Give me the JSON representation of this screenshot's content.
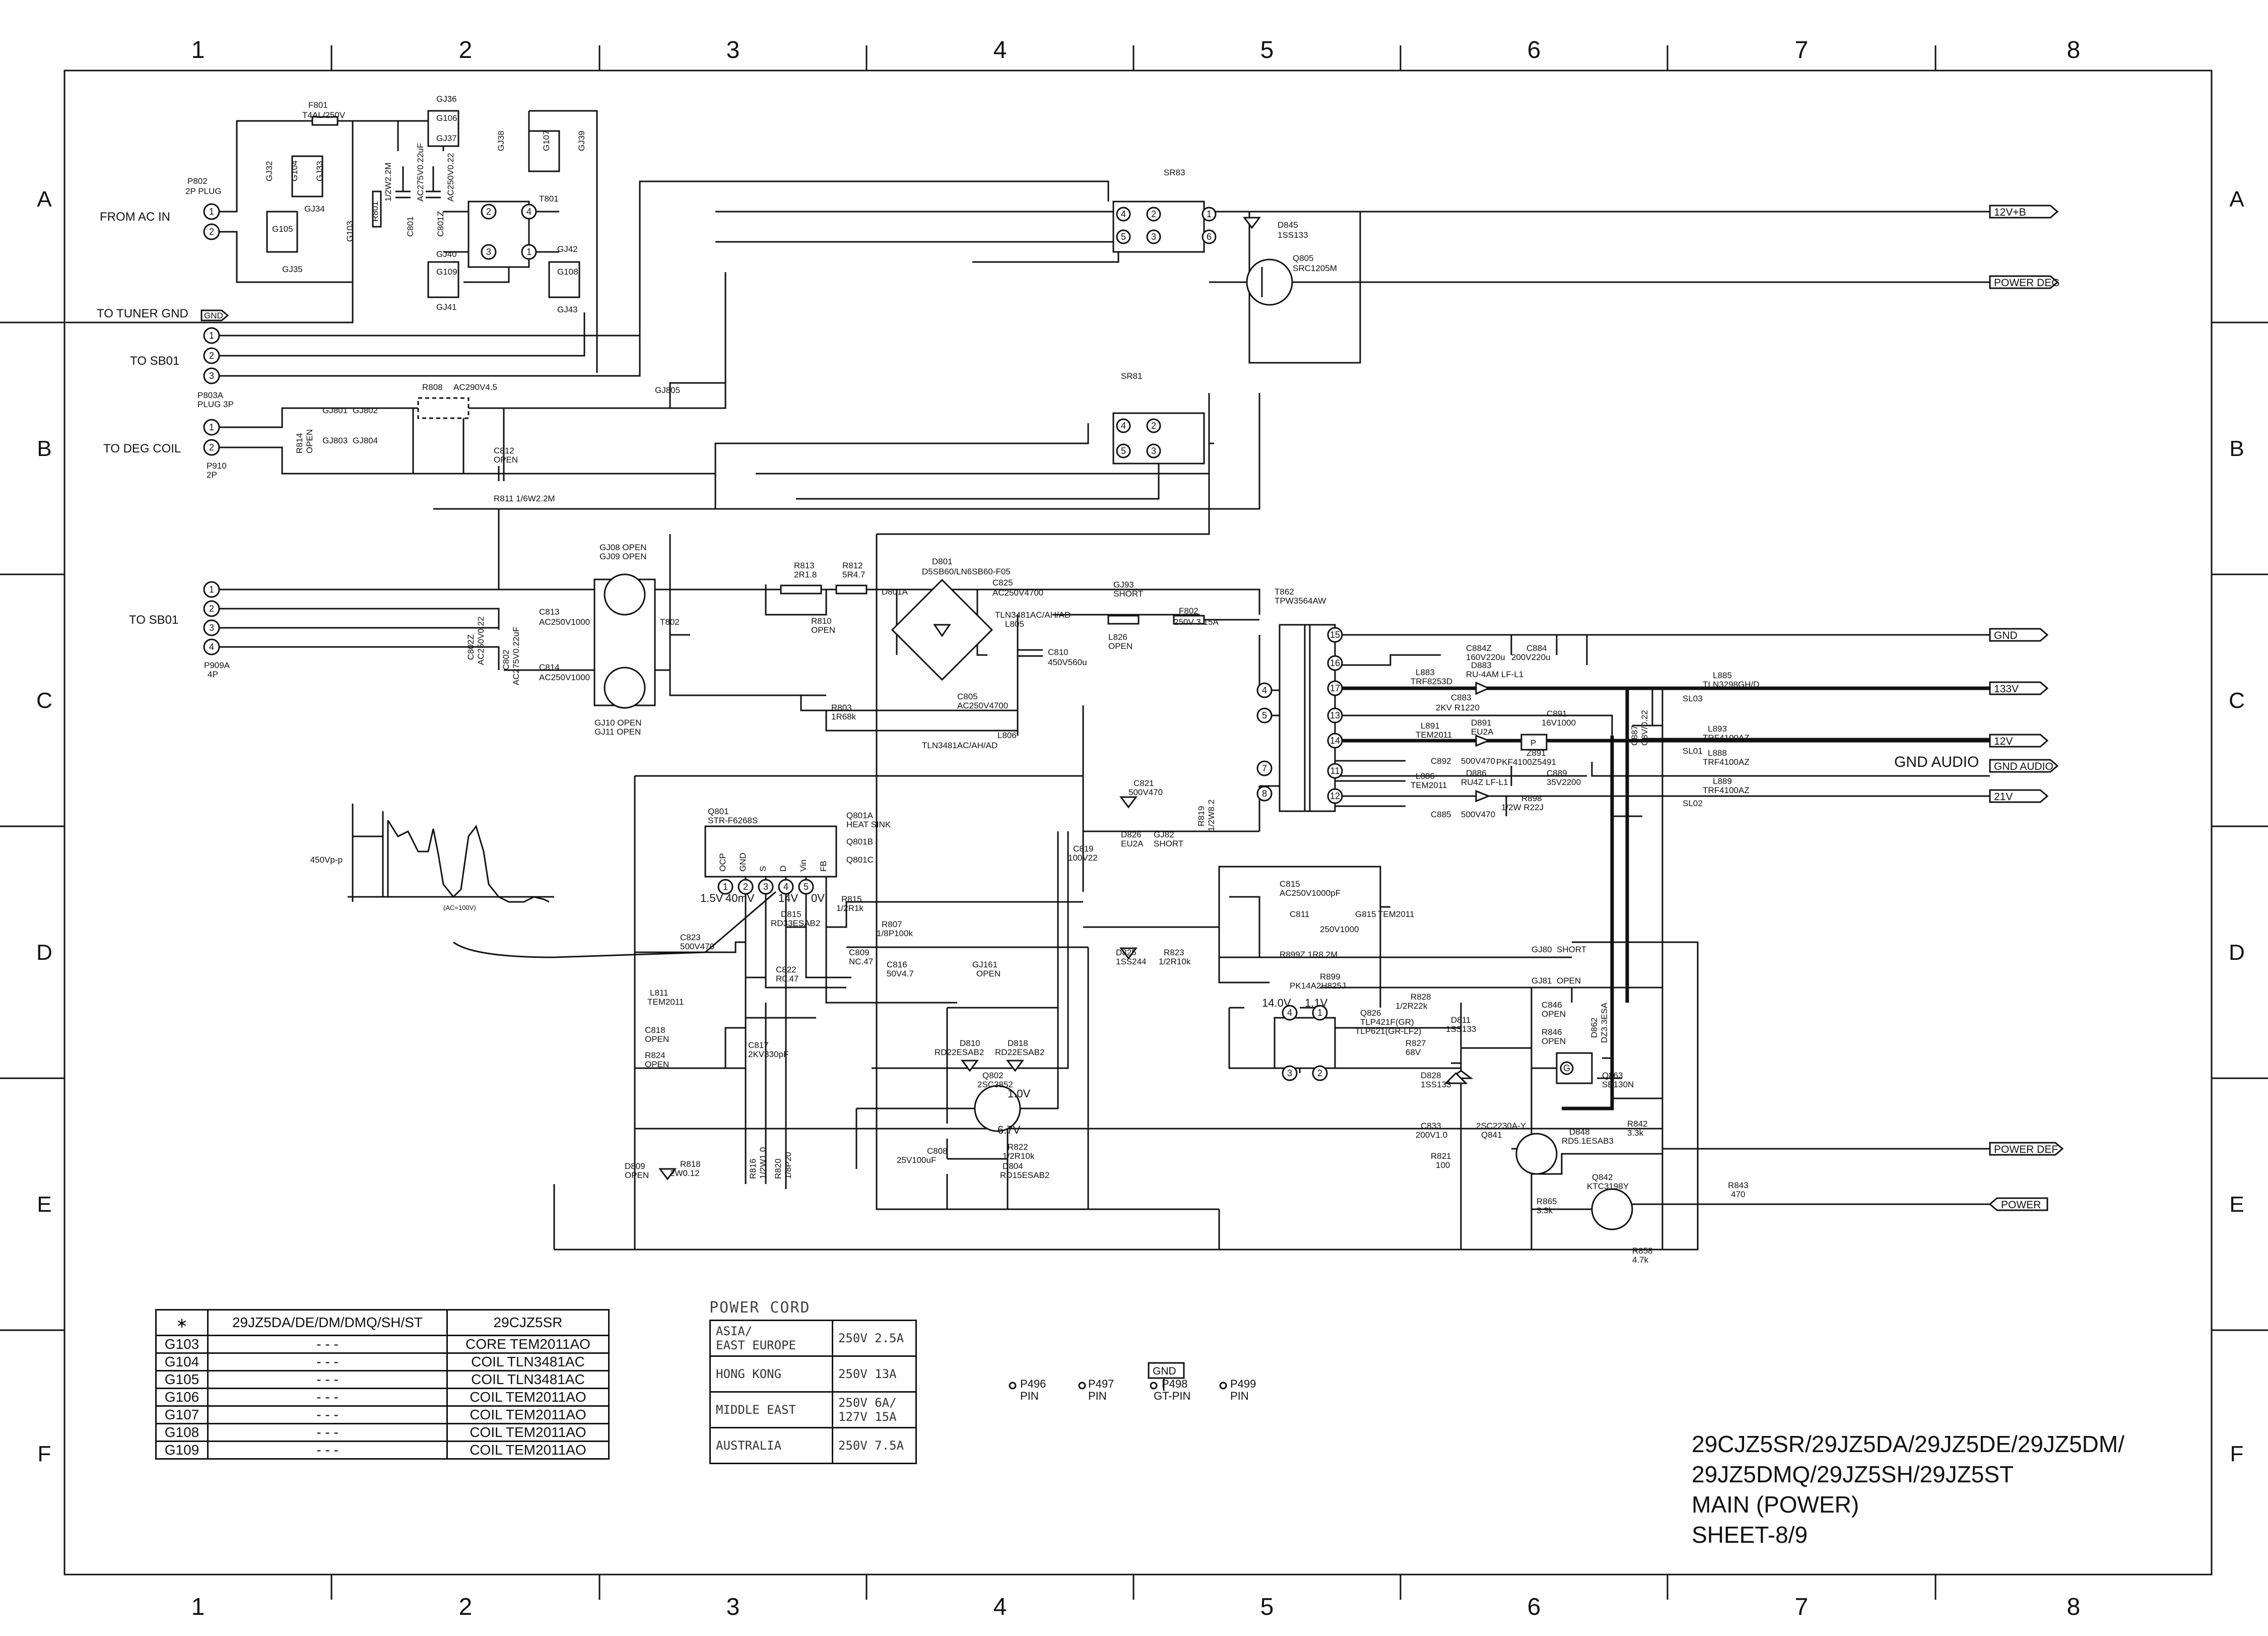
{
  "grid": {
    "columns": [
      "1",
      "2",
      "3",
      "4",
      "5",
      "6",
      "7",
      "8"
    ],
    "rows": [
      "A",
      "B",
      "C",
      "D",
      "E",
      "F"
    ]
  },
  "inputs": {
    "from_ac_in": "FROM AC IN",
    "to_tuner_gnd": "TO TUNER GND",
    "to_sb01_top": "TO SB01",
    "to_deg_coil": "TO DEG COIL",
    "to_sb01_mid": "TO SB01",
    "gnd_tag": "GND",
    "p802_ref": "P802",
    "p802_type": "2P PLUG",
    "p803a_ref": "P803A",
    "p803a_type": "PLUG 3P",
    "p910_ref": "P910",
    "p910_type": "2P",
    "p909a_ref": "P909A",
    "p909a_type": "4P"
  },
  "outputs": [
    {
      "tag": "12V+B",
      "name": "12v-b-output"
    },
    {
      "tag": "POWER DEG",
      "name": "power-deg-output"
    },
    {
      "tag": "GND",
      "name": "gnd-output"
    },
    {
      "tag": "133V",
      "name": "133v-output"
    },
    {
      "tag": "12V",
      "name": "12v-output"
    },
    {
      "tag": "GND AUDIO",
      "name": "gnd-audio-output"
    },
    {
      "tag": "21V",
      "name": "21v-output"
    },
    {
      "tag": "POWER DEF",
      "name": "power-def-output"
    },
    {
      "tag": "POWER",
      "name": "power-output"
    }
  ],
  "gnd_audio_label": "GND AUDIO",
  "components": {
    "f801": "F801",
    "f801_val": "T4AL/250V",
    "gj36": "GJ36",
    "g106": "G106",
    "gj37": "GJ37",
    "gj38": "GJ38",
    "g107": "G107",
    "gj39": "GJ39",
    "gj32": "GJ32",
    "g104": "G104",
    "gj33": "GJ33",
    "gj34": "GJ34",
    "g105": "G105",
    "gj35": "GJ35",
    "g103": "G103",
    "r801": "R801",
    "r801_val": "1/2W2.2M",
    "c801": "C801",
    "c801_val": "AC275V0.22uF",
    "c801z": "C801Z",
    "c801z_val": "AC250V0.22",
    "t801": "T801",
    "gj40": "GJ40",
    "g109": "G109",
    "gj41": "GJ41",
    "gj42": "GJ42",
    "g108": "G108",
    "gj43": "GJ43",
    "sr83": "SR83",
    "sr81": "SR81",
    "d845": "D845",
    "d845_val": "1SS133",
    "q805": "Q805",
    "q805_val": "SRC1205M",
    "r808": "R808",
    "r808_val": "AC290V4.5",
    "gj805": "GJ805",
    "r814": "R814",
    "r814_val": "OPEN",
    "gj801": "GJ801",
    "gj802": "GJ802",
    "gj803": "GJ803",
    "gj804": "GJ804",
    "c812": "C812",
    "c812_val": "OPEN",
    "r811": "R811 1/6W2.2M",
    "gj08": "GJ08 OPEN",
    "gj09": "GJ09 OPEN",
    "gj10": "GJ10 OPEN",
    "gj11": "GJ11 OPEN",
    "c813": "C813",
    "c813_val": "AC250V1000",
    "c814": "C814",
    "c814_val": "AC250V1000",
    "c802z": "C802Z",
    "c802z_val": "AC250V0.22",
    "c802": "C802",
    "c802_val": "AC275V0.22uF",
    "t802": "T802",
    "r813": "R813",
    "r813_val": "2R1.8",
    "r812": "R812",
    "r812_val": "5R4.7",
    "r810": "R810",
    "r810_val": "OPEN",
    "d801": "D801",
    "d801_val": "D5SB60/LN6SB60-F05",
    "d801a": "D801A",
    "c825": "C825",
    "c825_val": "AC250V4700",
    "l805": "TLN3481AC/AH/AD",
    "l805_ref": "L805",
    "c810": "C810",
    "c810_val": "450V560u",
    "c805": "C805",
    "c805_val": "AC250V4700",
    "l806": "L806",
    "l806_val": "TLN3481AC/AH/AD",
    "gj93": "GJ93",
    "gj93_val": "SHORT",
    "l826": "L826",
    "l826_val": "OPEN",
    "f802": "F802",
    "f802_val": "250V 3.15A",
    "t862": "T862",
    "t862_val": "TPW3564AW",
    "r803": "R803",
    "r803_val": "1R68k",
    "c884z": "C884Z",
    "c884z_val": "160V220u",
    "c884": "C884",
    "c884_val": "200V220u",
    "l883": "L883",
    "l883_val": "TRF8253D",
    "d883": "D883",
    "d883_val": "RU-4AM LF-L1",
    "c883": "C883",
    "c883_val": "2KV R1220",
    "l885": "L885",
    "l885_val": "TLN3298GH/D",
    "sl03": "SL03",
    "c887": "C887",
    "c887_val": "C8V/0.22",
    "l891": "L891",
    "l891_val": "TEM2011",
    "d891": "D891",
    "d891_val": "EU2A",
    "c891": "C891",
    "c891_val": "16V1000",
    "z891": "Z891",
    "z891_val": "PKF4100Z5491",
    "c892": "C892",
    "c892_val": "500V470",
    "l893": "L893",
    "l893_val": "TRF4100AZ",
    "sl01": "SL01",
    "l888": "L888",
    "l888_val": "TRF4100AZ",
    "l886": "L886",
    "l886_val": "TEM2011",
    "d886": "D886",
    "d886_val": "RU4Z LF-L1",
    "c889": "C889",
    "c889_val": "35V2200",
    "r898": "R898",
    "r898_val": "1/2W R22J",
    "c885": "C885",
    "c885_val": "500V470",
    "l889": "L889",
    "l889_val": "TRF4100AZ",
    "sl02": "SL02",
    "q801": "Q801",
    "q801_val": "STR-F6268S",
    "q801a": "Q801A",
    "q801a_val": "HEAT SINK",
    "q801b": "Q801B",
    "q801c": "Q801C",
    "ic_pin_ocp": "OCP",
    "ic_pin_gnd": "GND",
    "ic_pin_s": "S",
    "ic_pin_d": "D",
    "ic_pin_vin": "Vin",
    "ic_pin_fb": "FB",
    "v_15": "1.5V",
    "v_40m": "40mV",
    "v_14": "14V",
    "v_0": "0V",
    "c821": "C821",
    "c821_val": "500V470",
    "d826": "D826",
    "d826_val": "EU2A",
    "gj82": "GJ82",
    "gj82_val": "SHORT",
    "r819": "R819",
    "r819_val": "1/2W8.2",
    "c819": "C819",
    "c819_val": "100V22",
    "c815": "C815",
    "c815_val": "AC250V1000pF",
    "c811": "C811",
    "c811_val": "250V1000",
    "g815": "G815",
    "g815_val": "TEM2011",
    "d825": "D825",
    "d825_val": "1SS244",
    "r823": "R823",
    "r823_val": "1/2R10k",
    "r899z": "R899Z 1R8.2M",
    "r899": "R899",
    "r899_val": "PK14A2H825J",
    "r815": "R815",
    "r815_val": "1/2R1k",
    "r807": "R807",
    "r807_val": "1/8P100k",
    "c809": "C809",
    "c809_val": "NC.47",
    "c816": "C816",
    "c816_val": "50V4.7",
    "d815": "D815",
    "d815_val": "RD33ESAB2",
    "c822": "C822",
    "c822_val": "R0.47",
    "c823": "C823",
    "c823_val": "500V470",
    "l811": "L811",
    "l811_val": "TEM2011",
    "c818": "C818",
    "c818_val": "OPEN",
    "r824": "R824",
    "r824_val": "OPEN",
    "c817": "C817",
    "c817_val": "2KV330pF",
    "gj161": "GJ161",
    "gj161_val": "OPEN",
    "d810": "D810",
    "d810_val": "RD22ESAB2",
    "d818": "D818",
    "d818_val": "RD22ESAB2",
    "q802": "Q802",
    "q802_val": "2SC3852",
    "v_10a": "1.0V",
    "v_67": "6.7V",
    "r822": "R822",
    "r822_val": "1/2R10k",
    "c808": "C808",
    "c808_val": "25V100uF",
    "d804": "D804",
    "d804_val": "RD15ESAB2",
    "d809": "D809",
    "d809_val": "OPEN",
    "r818": "R818",
    "r818_val": "2W0.12",
    "r816": "R816",
    "r816_val": "1/2W1.0",
    "r820": "R820",
    "r820_val": "1/8P20",
    "v_140": "14.0V",
    "v_11": "1.1V",
    "q826": "Q826",
    "q826_val": "TLP421F(GR)",
    "q826_alt": "TLP621(GR-LF2)",
    "r828": "R828",
    "r828_val": "1/2R22k",
    "r827": "R827",
    "r827_val": "68V",
    "d811": "D811",
    "d811_val": "1SS133",
    "gj80": "GJ80",
    "gj80_val": "SHORT",
    "gj81": "GJ81",
    "gj81_val": "OPEN",
    "c846": "C846",
    "c846_val": "OPEN",
    "r846": "R846",
    "r846_val": "OPEN",
    "d862": "D862",
    "d862_val": "DZ3.3ESA",
    "q863": "Q863",
    "q863_val": "SE130N",
    "d828": "D828",
    "d828_val": "1SS133",
    "c833": "C833",
    "c833_val": "200V1.0",
    "q841": "Q841",
    "q841_val": "2SC2230A-Y",
    "d848": "D848",
    "d848_val": "RD5.1ESAB3",
    "r842": "R842",
    "r842_val": "3.3k",
    "r821": "R821",
    "r821_val": "100",
    "r865": "R865",
    "r865_val": "3.3k",
    "q842": "Q842",
    "q842_val": "KTC3198Y",
    "r843": "R843",
    "r843_val": "470",
    "r858": "R858",
    "r858_val": "4.7k"
  },
  "waveform": {
    "amplitude": "450Vp-p",
    "caption": "(AC=100V)"
  },
  "parts_table": {
    "headers": [
      "∗",
      "29JZ5DA/DE/DM/DMQ/SH/ST",
      "29CJZ5SR"
    ],
    "rows": [
      [
        "G103",
        "- - -",
        "CORE TEM2011AO"
      ],
      [
        "G104",
        "- - -",
        "COIL TLN3481AC"
      ],
      [
        "G105",
        "- - -",
        "COIL TLN3481AC"
      ],
      [
        "G106",
        "- - -",
        "COIL TEM2011AO"
      ],
      [
        "G107",
        "- - -",
        "COIL TEM2011AO"
      ],
      [
        "G108",
        "- - -",
        "COIL TEM2011AO"
      ],
      [
        "G109",
        "- - -",
        "COIL TEM2011AO"
      ]
    ]
  },
  "power_cord": {
    "title": "POWER CORD",
    "rows": [
      [
        "ASIA/\nEAST EUROPE",
        "250V 2.5A"
      ],
      [
        "HONG KONG",
        "250V 13A"
      ],
      [
        "MIDDLE EAST",
        "250V 6A/\n127V 15A"
      ],
      [
        "AUSTRALIA",
        "250V 7.5A"
      ]
    ]
  },
  "pins": [
    {
      "ref": "P496",
      "type": "PIN"
    },
    {
      "ref": "P497",
      "type": "PIN"
    },
    {
      "ref": "P498",
      "type": "GT-PIN"
    },
    {
      "ref": "P499",
      "type": "PIN"
    }
  ],
  "pins_gnd": "GND",
  "title_block": {
    "line1": "29CJZ5SR/29JZ5DA/29JZ5DE/29JZ5DM/",
    "line2": "29JZ5DMQ/29JZ5SH/29JZ5ST",
    "line3": "MAIN (POWER)",
    "line4": "SHEET-8/9"
  }
}
